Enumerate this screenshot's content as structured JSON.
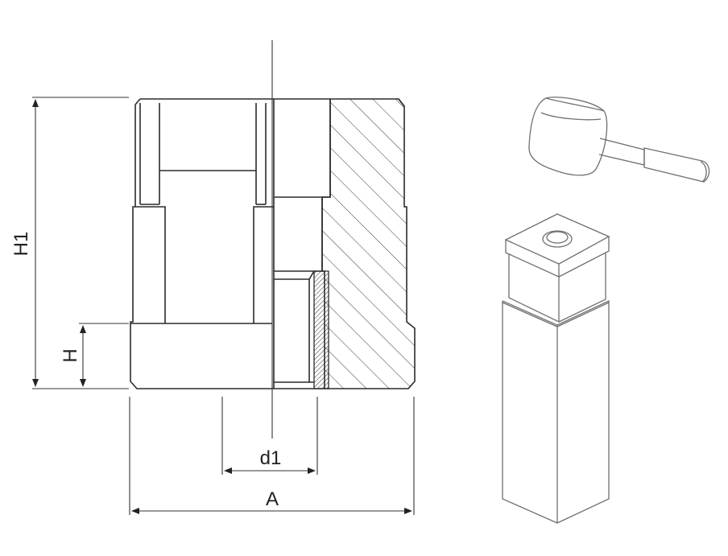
{
  "drawing": {
    "dimensions": {
      "overall_height": "H1",
      "flange_height": "H",
      "bore_diameter": "d1",
      "outer_width": "A"
    }
  },
  "colors": {
    "line": "#2b2b2b",
    "sketch": "#6f6f6f",
    "background": "#ffffff"
  }
}
